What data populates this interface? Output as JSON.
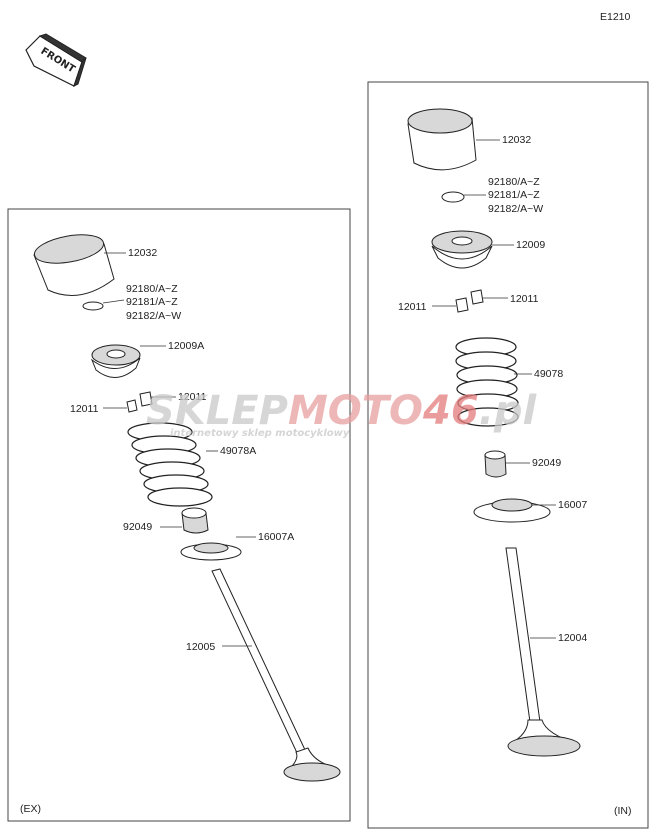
{
  "diagram_code": "E1210",
  "front_badge": "FRONT",
  "watermark": {
    "brand_a": "SKLEP",
    "brand_b": "MOTO",
    "brand_c": "46",
    "tail": ".pl",
    "subtitle": "internetowy sklep motocyklowy"
  },
  "ex_panel": {
    "tag": "(EX)",
    "labels": {
      "bucket": "12032",
      "shim1": "92180/A~Z",
      "shim2": "92181/A~Z",
      "shim3": "92182/A~W",
      "retainer": "12009A",
      "cotter_right": "12011",
      "cotter_left": "12011",
      "spring": "49078A",
      "seal": "92049",
      "seat": "16007A",
      "valve": "12005"
    }
  },
  "in_panel": {
    "tag": "(IN)",
    "labels": {
      "bucket": "12032",
      "shim1": "92180/A~Z",
      "shim2": "92181/A~Z",
      "shim3": "92182/A~W",
      "retainer": "12009",
      "cotter_left": "12011",
      "cotter_right": "12011",
      "spring": "49078",
      "seal": "92049",
      "seat": "16007",
      "valve": "12004"
    }
  },
  "colors": {
    "line": "#222222",
    "watermark_grey": "#c9c9c9",
    "watermark_red": "#e8a0a0"
  }
}
